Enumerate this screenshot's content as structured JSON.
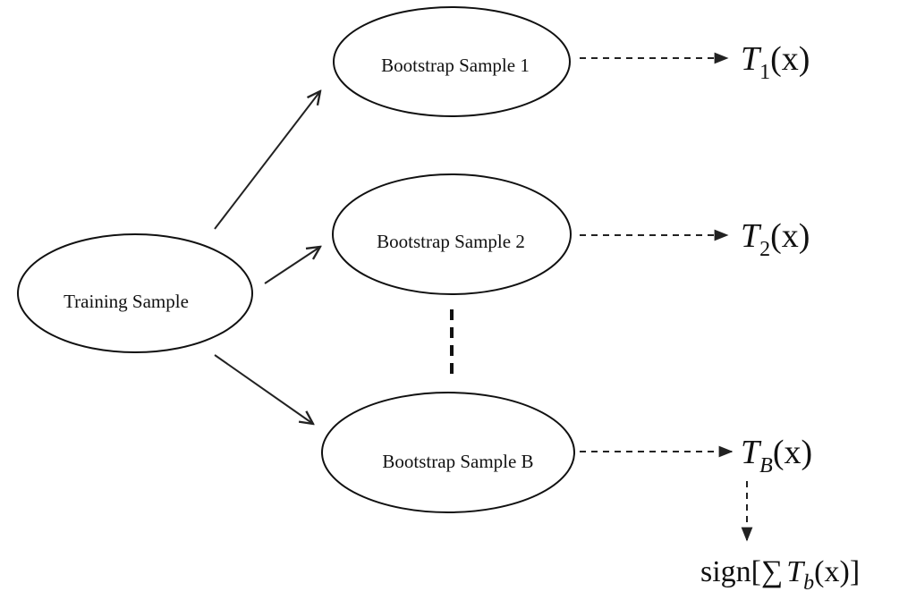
{
  "nodes": {
    "training": "Training Sample",
    "bootstrap_1": "Bootstrap Sample 1",
    "bootstrap_2": "Bootstrap Sample 2",
    "bootstrap_b": "Bootstrap Sample B"
  },
  "outputs": {
    "t1": {
      "base": "T",
      "subscript": "1",
      "argument": "(x)"
    },
    "t2": {
      "base": "T",
      "subscript": "2",
      "argument": "(x)"
    },
    "tb": {
      "base": "T",
      "subscript": "B",
      "argument": "(x)"
    }
  },
  "final": {
    "prefix": "sign[",
    "sum_symbol": "∑",
    "base": "T",
    "subscript": "b",
    "argument": "(x)",
    "suffix": "]"
  },
  "colors": {
    "stroke": "#111111",
    "background": "#ffffff"
  }
}
